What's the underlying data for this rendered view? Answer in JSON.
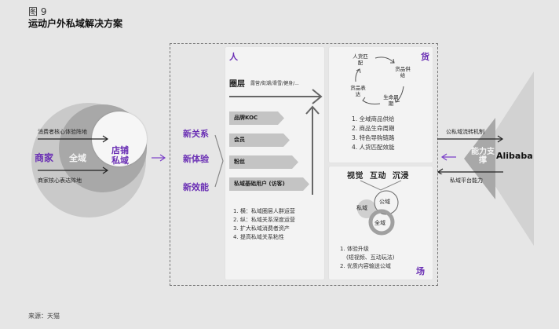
{
  "header": {
    "figure_number": "图 9",
    "title": "运动户外私域解决方案"
  },
  "left": {
    "merchant_label": "商家",
    "allfield_label": "全域",
    "store_private_label": "店铺私域",
    "consumer_arrow_label": "消费者核心体验阵地",
    "merchant_arrow_label": "商家核心表达阵地"
  },
  "slogans": [
    "新关系",
    "新体验",
    "新效能"
  ],
  "people_panel": {
    "corner_label": "人",
    "circle_title": "圈层",
    "circle_subtitle": "露营/街潮/滑雪/健身/...",
    "tags": [
      "品牌KOC",
      "会员",
      "粉丝",
      "私域基础用户 (访客)"
    ],
    "list": [
      "1. 横：私域圈层人群运营",
      "2. 纵：私域关系深度运营",
      "3. 扩大私域消费者资产",
      "4. 提高私域关系粘性"
    ]
  },
  "goods_panel": {
    "corner_label": "货",
    "cycle": [
      "人货匹配",
      "货品供给",
      "生命周期",
      "货品表达"
    ],
    "list": [
      "1. 全域商品供给",
      "2. 商品生命周期",
      "3. 特色导购链路",
      "4. 人货匹配效能"
    ]
  },
  "scene_panel": {
    "corner_label": "场",
    "title": "视觉  互动  沉浸",
    "venn": {
      "private": "私域",
      "public": "公域",
      "all": "全域"
    },
    "list": [
      "1. 体验升级",
      "(短视频、互动玩法)",
      "2. 优质内容输送公域"
    ]
  },
  "right": {
    "arrow_top_label": "公私域流转机制",
    "arrow_bottom_label": "私域平台能力",
    "ability_label": "能力支撑",
    "brand_label": "Alibaba"
  },
  "footer": {
    "source": "来源：天猫"
  },
  "colors": {
    "accent": "#6a2fb4",
    "background": "#e6e6e6",
    "panel": "#f3f3f3"
  }
}
